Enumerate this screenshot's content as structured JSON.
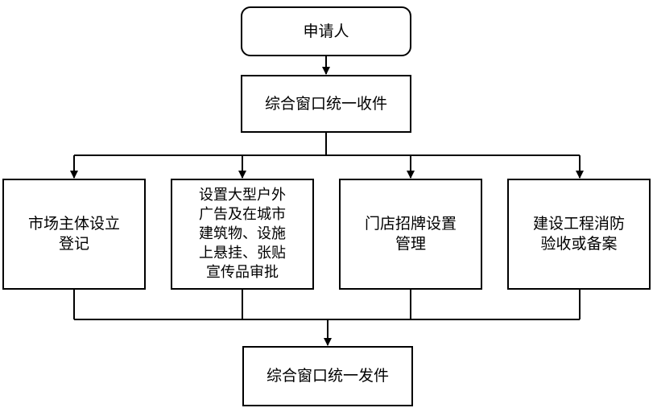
{
  "nodes": {
    "start": {
      "label": "申请人"
    },
    "collect": {
      "label": "综合窗口统一收件"
    },
    "categories": [
      {
        "lines": [
          "市场主体设立",
          "登记"
        ]
      },
      {
        "lines": [
          "设置大型户外",
          "广告及在城市",
          "建筑物、设施",
          "上悬挂、张贴",
          "宣传品审批"
        ]
      },
      {
        "lines": [
          "门店招牌设置",
          "管理"
        ]
      },
      {
        "lines": [
          "建设工程消防",
          "验收或备案"
        ]
      }
    ],
    "issue": {
      "label": "综合窗口统一发件"
    }
  }
}
